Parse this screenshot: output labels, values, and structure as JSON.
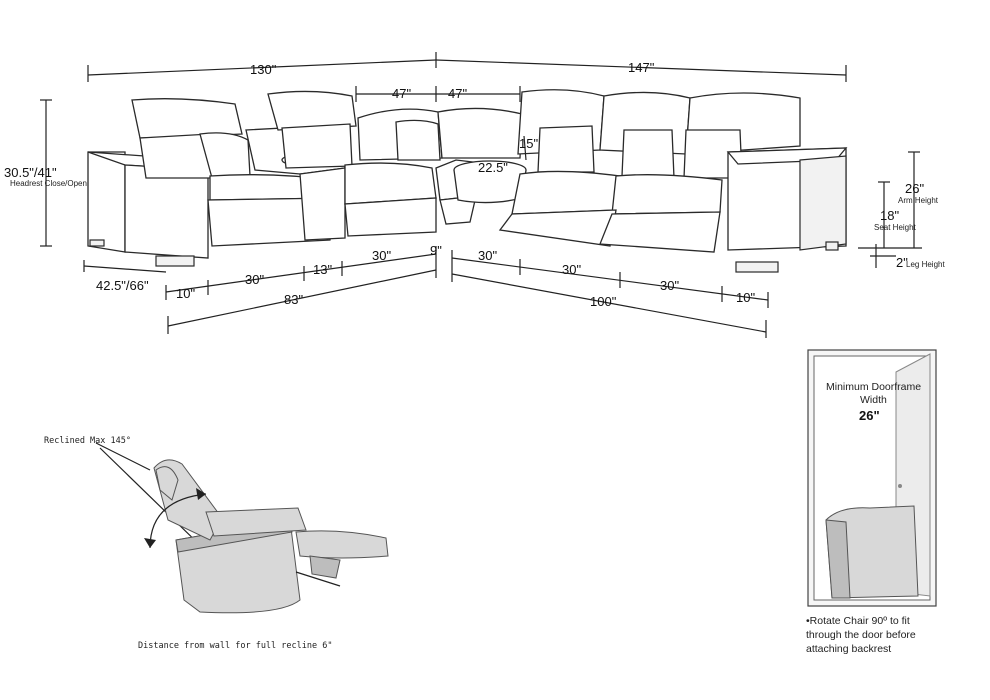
{
  "dimensions": {
    "total_left": "130\"",
    "total_right": "147\"",
    "corner_left": "47\"",
    "corner_right": "47\"",
    "height": "30.5\"/41\"",
    "height_note": "Headrest Close/Open",
    "console_top": "15\"",
    "console_angle": "22.5\"",
    "depth": "42.5\"/66\"",
    "left_arm": "10\"",
    "left_seat": "30\"",
    "left_console": "13\"",
    "left_seat2": "30\"",
    "corner_gap": "9\"",
    "right_seat1": "30\"",
    "right_seat2": "30\"",
    "right_seat3": "30\"",
    "right_arm": "10\"",
    "left_total": "83\"",
    "right_total": "100\"",
    "arm_height": "26\"",
    "arm_height_label": "Arm Height",
    "seat_height": "18\"",
    "seat_height_label": "Seat Height",
    "leg_height": "2\"",
    "leg_height_label": "Leg Height"
  },
  "recline": {
    "title": "Reclined Max 145°",
    "note": "Distance from wall for full recline 6\""
  },
  "door": {
    "title_line1": "Minimum Doorframe",
    "title_line2": "Width",
    "width": "26\"",
    "note_line1": "•Rotate Chair 90º to fit",
    "note_line2": "through the door before",
    "note_line3": "attaching backrest"
  }
}
